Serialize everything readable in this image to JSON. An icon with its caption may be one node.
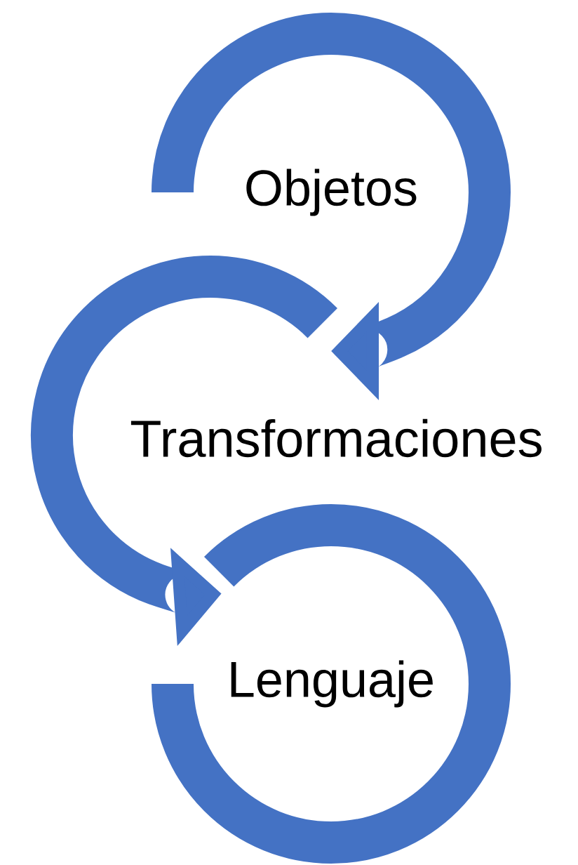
{
  "diagram": {
    "nodes": [
      {
        "text": [
          "Objetos"
        ]
      },
      {
        "text": [
          "Transformaciones"
        ]
      },
      {
        "text": [
          "Lenguaje"
        ]
      }
    ],
    "edges": [
      {
        "from": 0,
        "to": 1,
        "arrow": "to"
      },
      {
        "from": 1,
        "to": 2,
        "arrow": "to"
      }
    ]
  }
}
